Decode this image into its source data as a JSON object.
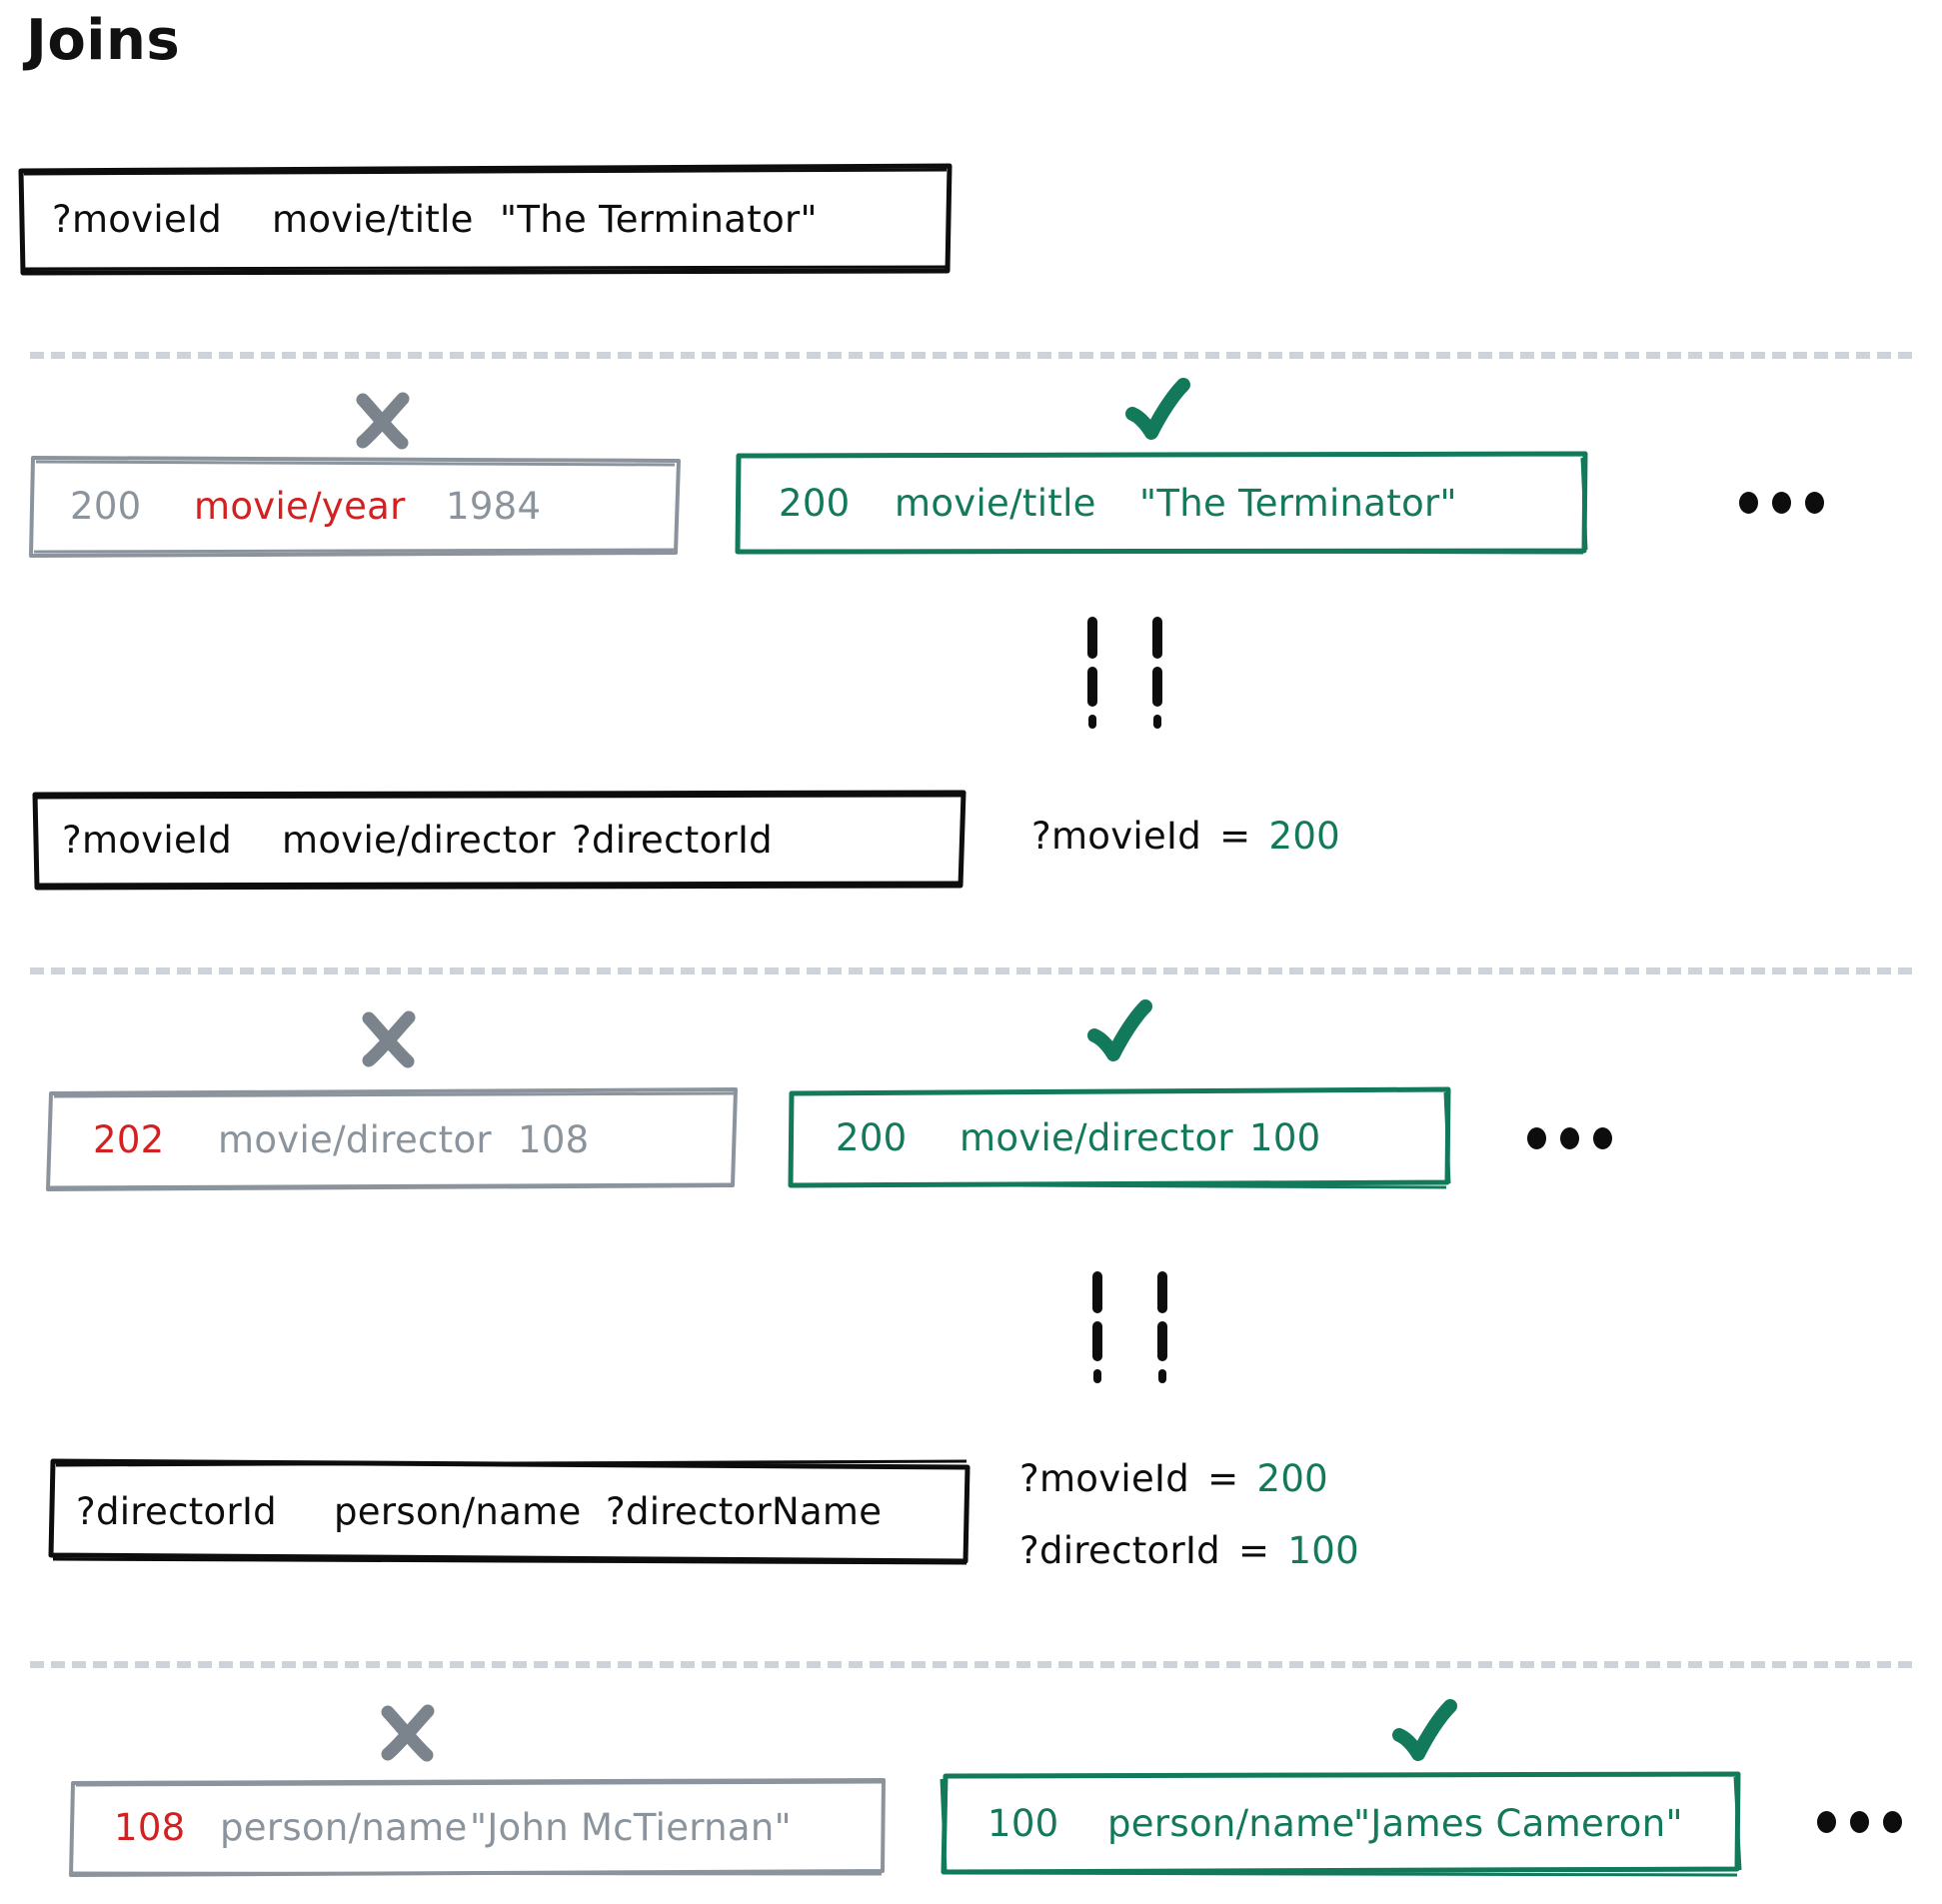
{
  "title": "Joins",
  "colors": {
    "black": "#0d0d0d",
    "green": "#12795b",
    "gray": "#8b949c",
    "red": "#d42020",
    "divider": "#cdd3d9"
  },
  "marks": {
    "cross": "✗",
    "check": "✔",
    "ellipsis": "•••"
  },
  "pattern_1": {
    "subject": "?movieId",
    "predicate": "movie/title",
    "object": "\"The Terminator\""
  },
  "row_1": {
    "reject": {
      "mark": "cross",
      "subject": "200",
      "predicate": "movie/year",
      "object": "1984"
    },
    "accept": {
      "mark": "check",
      "subject": "200",
      "predicate": "movie/title",
      "object": "\"The Terminator\""
    },
    "more": "•••"
  },
  "pattern_2": {
    "subject": "?movieId",
    "predicate": "movie/director",
    "object": "?directorId",
    "bindings": [
      {
        "variable": "?movieId",
        "equals": "=",
        "value": "200"
      }
    ]
  },
  "row_2": {
    "reject": {
      "mark": "cross",
      "subject": "202",
      "predicate": "movie/director",
      "object": "108"
    },
    "accept": {
      "mark": "check",
      "subject": "200",
      "predicate": "movie/director",
      "object": "100"
    },
    "more": "•••"
  },
  "pattern_3": {
    "subject": "?directorId",
    "predicate": "person/name",
    "object": "?directorName",
    "bindings": [
      {
        "variable": "?movieId",
        "equals": "=",
        "value": "200"
      },
      {
        "variable": "?directorId",
        "equals": "=",
        "value": "100"
      }
    ]
  },
  "row_3": {
    "reject": {
      "mark": "cross",
      "subject": "108",
      "predicate": "person/name",
      "object": "\"John McTiernan\""
    },
    "accept": {
      "mark": "check",
      "subject": "100",
      "predicate": "person/name",
      "object": "\"James Cameron\""
    },
    "more": "•••"
  }
}
